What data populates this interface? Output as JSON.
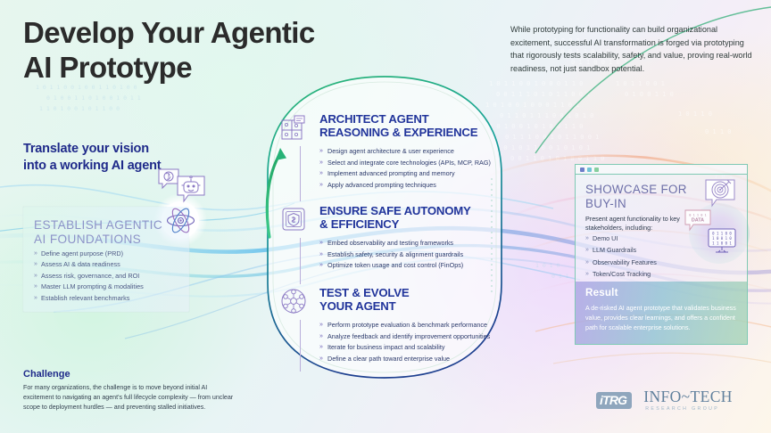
{
  "header": {
    "title_line1": "Develop Your Agentic",
    "title_line2": "AI Prototype",
    "intro": "While prototyping for functionality can build organizational excitement, successful AI transformation is forged via prototyping that rigorously tests scalability, safety, and value, proving real-world readiness, not just sandbox potential."
  },
  "left": {
    "vision_line1": "Translate your vision",
    "vision_line2": "into a working AI agent",
    "foundations": {
      "title_line1": "ESTABLISH AGENTIC",
      "title_line2": "AI FOUNDATIONS",
      "items": [
        "Define agent purpose (PRD)",
        "Assess AI & data readiness",
        "Assess risk, governance, and ROI",
        "Master LLM prompting & modalities",
        "Establish relevant benchmarks"
      ]
    },
    "challenge": {
      "heading": "Challenge",
      "body": "For many organizations, the challenge is to move beyond initial AI excitement to navigating an agent's full lifecycle complexity — from unclear scope to deployment hurdles — and preventing stalled initiatives."
    }
  },
  "center": {
    "sections": [
      {
        "icon": "puzzle-blocks-icon",
        "head_line1": "ARCHITECT AGENT",
        "head_line2": "REASONING & EXPERIENCE",
        "items": [
          "Design agent architecture & user experience",
          "Select and integrate core technologies (APIs, MCP, RAG)",
          "Implement advanced prompting and memory",
          "Apply advanced prompting techniques"
        ]
      },
      {
        "icon": "shield-dollar-icon",
        "head_line1": "ENSURE SAFE AUTONOMY",
        "head_line2": "& EFFICIENCY",
        "items": [
          "Embed observability and testing frameworks",
          "Establish safety, security & alignment guardrails",
          "Optimize token usage and cost control (FinOps)"
        ]
      },
      {
        "icon": "network-nodes-icon",
        "head_line1": "TEST & EVOLVE",
        "head_line2": "YOUR AGENT",
        "items": [
          "Perform prototype evaluation & benchmark performance",
          "Analyze feedback and identify improvement opportunities",
          "Iterate for business impact and scalability",
          "Define a clear path toward enterprise value"
        ]
      }
    ]
  },
  "right": {
    "title_line1": "SHOWCASE FOR",
    "title_line2": "BUY-IN",
    "subtitle": "Present agent functionality to key stakeholders, including:",
    "items": [
      "Demo UI",
      "LLM Guardrails",
      "Observability Features",
      "Token/Cost Tracking"
    ],
    "result": {
      "heading": "Result",
      "body": "A de-risked AI agent prototype that validates business value, provides clear learnings, and offers a confident path for scalable enterprise solutions."
    }
  },
  "footer": {
    "itrg_logo": "iTRG",
    "infotech_name": "INFO~TECH",
    "infotech_tagline": "RESEARCH GROUP"
  },
  "colors": {
    "title": "#2b2b2b",
    "heading_blue": "#22359b",
    "vision_blue": "#1f2a8a",
    "muted_purple": "#8d93c8",
    "oval_green": "#27a567",
    "oval_blue": "#1d3f8f"
  }
}
